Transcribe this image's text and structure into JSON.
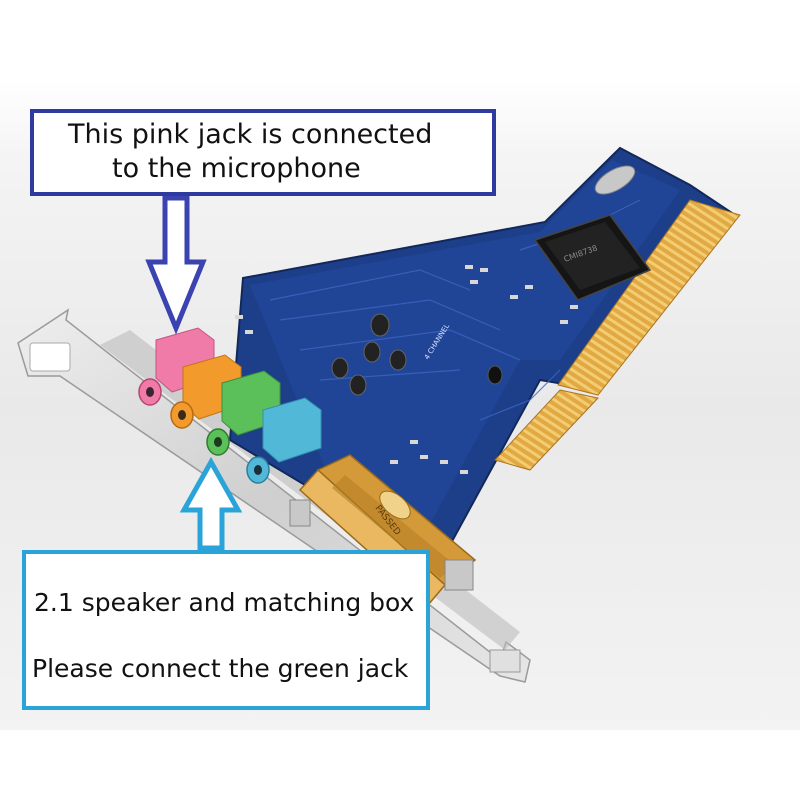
{
  "callouts": {
    "top": {
      "line1": "This pink jack is connected",
      "line2": "to the microphone",
      "border_color": "#2e3a9e"
    },
    "bottom": {
      "line1": "2.1 speaker and matching box",
      "line2": "Please connect the green jack",
      "border_color": "#2aa4d8"
    }
  },
  "board": {
    "silkscreen_label": "4 CHANNEL",
    "connector_label": "PASSED",
    "board_color": "#1d3f8a",
    "jack_colors": {
      "pink": "#f07aa8",
      "orange": "#f39a2c",
      "green": "#5cc05a",
      "blue": "#52b8d8"
    }
  },
  "arrows": {
    "top_color": "#3a43b0",
    "bottom_color": "#2aa4d8"
  }
}
